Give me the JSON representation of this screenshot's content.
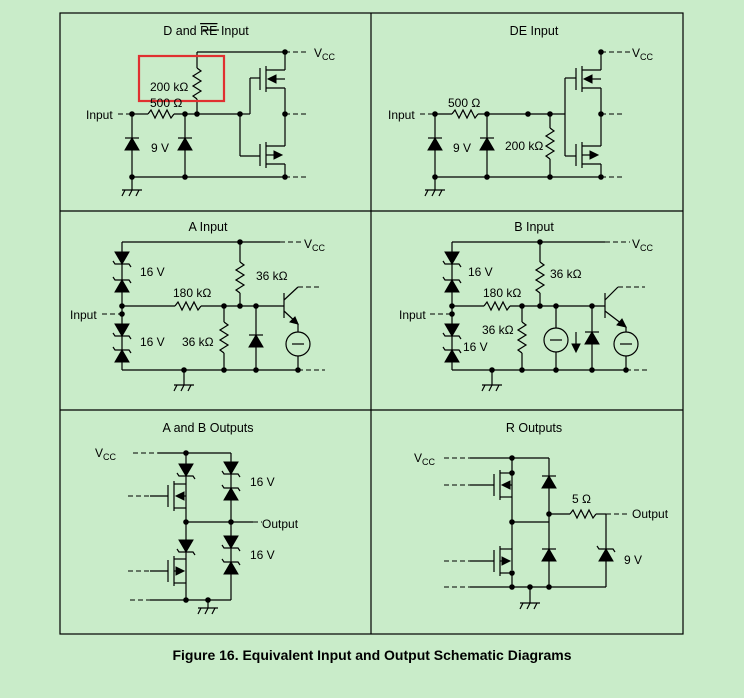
{
  "panels": {
    "p1": {
      "title_prefix": "D and ",
      "title_over": "RE",
      "title_suffix": " Input",
      "vcc": "V",
      "vcc_sub": "CC",
      "res1": "200 kΩ",
      "res2": "500 Ω",
      "input": "Input",
      "zener": "9 V"
    },
    "p2": {
      "title": "DE Input",
      "vcc": "V",
      "vcc_sub": "CC",
      "res1": "500 Ω",
      "input": "Input",
      "zener": "9 V",
      "res2": "200 kΩ"
    },
    "p3": {
      "title": "A Input",
      "vcc": "V",
      "vcc_sub": "CC",
      "z1": "16 V",
      "res1": "36 kΩ",
      "res2": "180 kΩ",
      "input": "Input",
      "z2": "16 V",
      "res3": "36 kΩ"
    },
    "p4": {
      "title": "B Input",
      "vcc": "V",
      "vcc_sub": "CC",
      "z1": "16 V",
      "res1": "36 kΩ",
      "res2": "180 kΩ",
      "input": "Input",
      "res3": "36 kΩ",
      "z2": "16 V"
    },
    "p5": {
      "title": "A and B Outputs",
      "vcc": "V",
      "vcc_sub": "CC",
      "z1": "16 V",
      "output": "Output",
      "z2": "16 V"
    },
    "p6": {
      "title": "R Outputs",
      "vcc": "V",
      "vcc_sub": "CC",
      "res1": "5 Ω",
      "output": "Output",
      "zener": "9 V"
    }
  },
  "caption": "Figure 16.  Equivalent Input and Output Schematic Diagrams",
  "colors": {
    "background": "#c9ecc9",
    "highlight": "#e03030",
    "line": "#000000"
  }
}
